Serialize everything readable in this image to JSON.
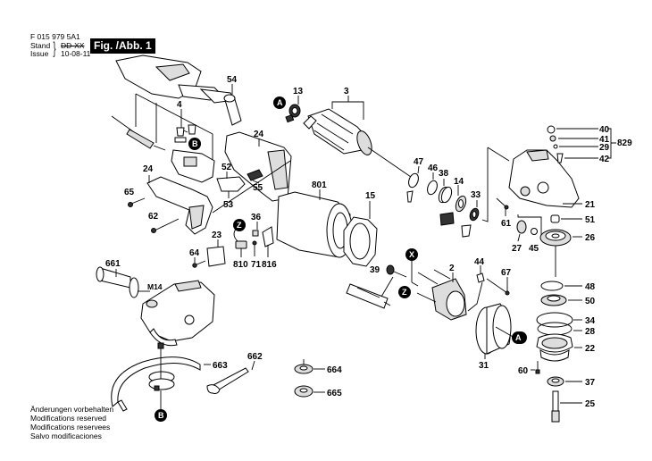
{
  "header": {
    "doc_number": "F 015 979 5A1",
    "stand_label": "Stand",
    "stand_value": "DD-XX",
    "issue_label": "Issue",
    "issue_value": "10-08-11",
    "figure_label": "Fig. /Abb. 1"
  },
  "footer_notes": [
    "Änderungen vorbehalten",
    "Modifications reserved",
    "Modifications reservees",
    "Salvo modificaciones"
  ],
  "reference_markers": [
    "A",
    "B",
    "X",
    "Z"
  ],
  "part_labels": {
    "p54": "54",
    "p13": "13",
    "p3": "3",
    "p4": "4",
    "p24a": "24",
    "p24b": "24",
    "p52": "52",
    "p55": "55",
    "p53": "53",
    "p65": "65",
    "p62": "62",
    "p801": "801",
    "p15": "15",
    "p36": "36",
    "p23": "23",
    "p64": "64",
    "p810": "810",
    "p71": "71",
    "p816": "816",
    "p39": "39",
    "p47": "47",
    "p46": "46",
    "p38": "38",
    "p14": "14",
    "p33": "33",
    "p40": "40",
    "p41": "41",
    "p29": "29",
    "p42": "42",
    "p829": "829",
    "p21": "21",
    "p61": "61",
    "p51": "51",
    "p27": "27",
    "p45": "45",
    "p26": "26",
    "p2": "2",
    "p44": "44",
    "p67": "67",
    "p31": "31",
    "p48": "48",
    "p50": "50",
    "p34": "34",
    "p28": "28",
    "p22": "22",
    "p60": "60",
    "p37": "37",
    "p25": "25",
    "p661": "661",
    "m14": "M14",
    "p663": "663",
    "p662": "662",
    "p664": "664",
    "p665": "665"
  }
}
